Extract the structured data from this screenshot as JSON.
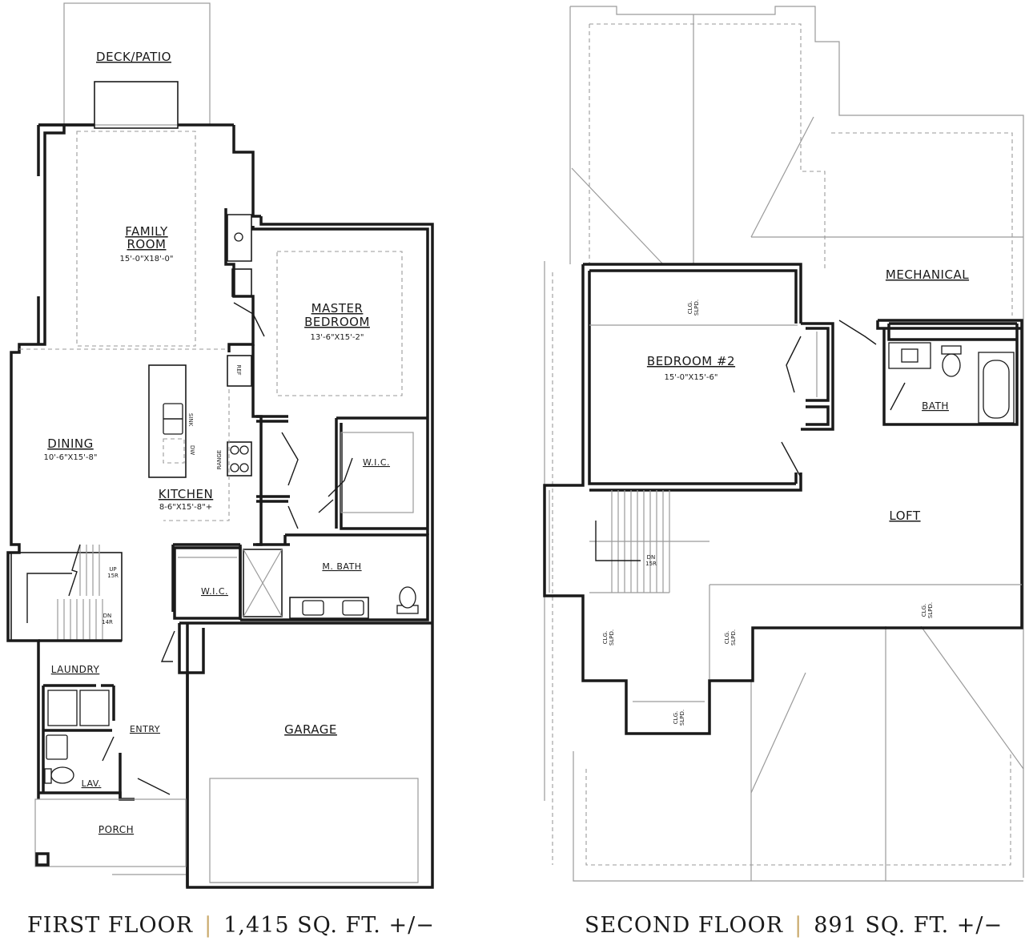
{
  "first_floor": {
    "caption": {
      "name": "FIRST FLOOR",
      "separator": "|",
      "area": "1,415 SQ. FT. +/−"
    },
    "rooms": {
      "deck": {
        "name": "DECK/PATIO"
      },
      "family": {
        "name1": "FAMILY",
        "name2": "ROOM",
        "dims": "15'-0\"X18'-0\""
      },
      "master": {
        "name1": "MASTER",
        "name2": "BEDROOM",
        "dims": "13'-6\"X15'-2\""
      },
      "dining": {
        "name": "DINING",
        "dims": "10'-6\"X15'-8\""
      },
      "kitchen": {
        "name": "KITCHEN",
        "dims": "8-6\"X15'-8\"+"
      },
      "wic_master": {
        "name": "W.I.C."
      },
      "mbath": {
        "name": "M. BATH"
      },
      "wic_small": {
        "name": "W.I.C."
      },
      "laundry": {
        "name": "LAUNDRY"
      },
      "entry": {
        "name": "ENTRY"
      },
      "lav": {
        "name": "LAV."
      },
      "porch": {
        "name": "PORCH"
      },
      "garage": {
        "name": "GARAGE"
      }
    },
    "labels": {
      "ref": "REF",
      "sink": "SINK",
      "dw": "DW",
      "range": "RANGE",
      "up": "UP",
      "up_risers": "15R",
      "dn": "DN",
      "dn_risers": "14R"
    }
  },
  "second_floor": {
    "caption": {
      "name": "SECOND FLOOR",
      "separator": "|",
      "area": "891 SQ. FT. +/−"
    },
    "rooms": {
      "mechanical": {
        "name": "MECHANICAL"
      },
      "bedroom2": {
        "name": "BEDROOM #2",
        "dims": "15'-0\"X15'-6\""
      },
      "bath": {
        "name": "BATH"
      },
      "loft": {
        "name": "LOFT"
      }
    },
    "labels": {
      "clg": "CLG.",
      "slpd": "SLPD.",
      "dn": "DN",
      "dn_risers": "15R"
    }
  }
}
